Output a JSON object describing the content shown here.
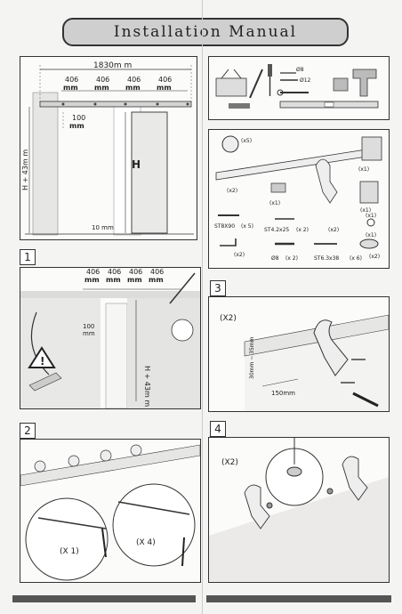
{
  "title": "Installation Manual",
  "overview": {
    "total_width": "1830m m",
    "spacings": [
      "406",
      "406",
      "406",
      "406"
    ],
    "spacing_unit": "mm",
    "offset": "100",
    "offset_unit": "mm",
    "height_label": "H",
    "height_offset_label": "H + 43m m",
    "floor_gap": "10 mm"
  },
  "tools": {
    "labels": [
      "Ø8",
      "Ø12"
    ]
  },
  "parts": {
    "items": [
      {
        "qty": "(x5)"
      },
      {
        "qty": "(x1)"
      },
      {
        "qty": "(x2)"
      },
      {
        "qty": "(x1)"
      },
      {
        "qty": "(x2)"
      },
      {
        "qty": "(x1)"
      },
      {
        "qty": "(x1)"
      },
      {
        "qty": "(x2)"
      },
      {
        "qty": "(x1)"
      },
      {
        "qty": "(x2)"
      }
    ],
    "screws": [
      {
        "name": "ST8X90",
        "qty": "(x 5)"
      },
      {
        "name": "ST4.2x25",
        "qty": "(x 2)"
      },
      {
        "name": "Ø8",
        "qty": "(x 2)"
      },
      {
        "name": "ST6.3x38",
        "qty": "(x 6)"
      }
    ]
  },
  "steps": [
    {
      "number": "1",
      "spacings": [
        "406",
        "406",
        "406",
        "406"
      ],
      "spacing_unit": "mm",
      "offset": "100",
      "offset_unit": "mm",
      "height": "H + 43m m"
    },
    {
      "number": "2",
      "qty_left": "(X 1)",
      "qty_right": "(X 4)"
    },
    {
      "number": "3",
      "qty": "(X2)",
      "dim_vertical": "30mm ~ 35mm",
      "dim_horizontal": "150mm"
    },
    {
      "number": "4",
      "qty": "(X2)"
    }
  ]
}
